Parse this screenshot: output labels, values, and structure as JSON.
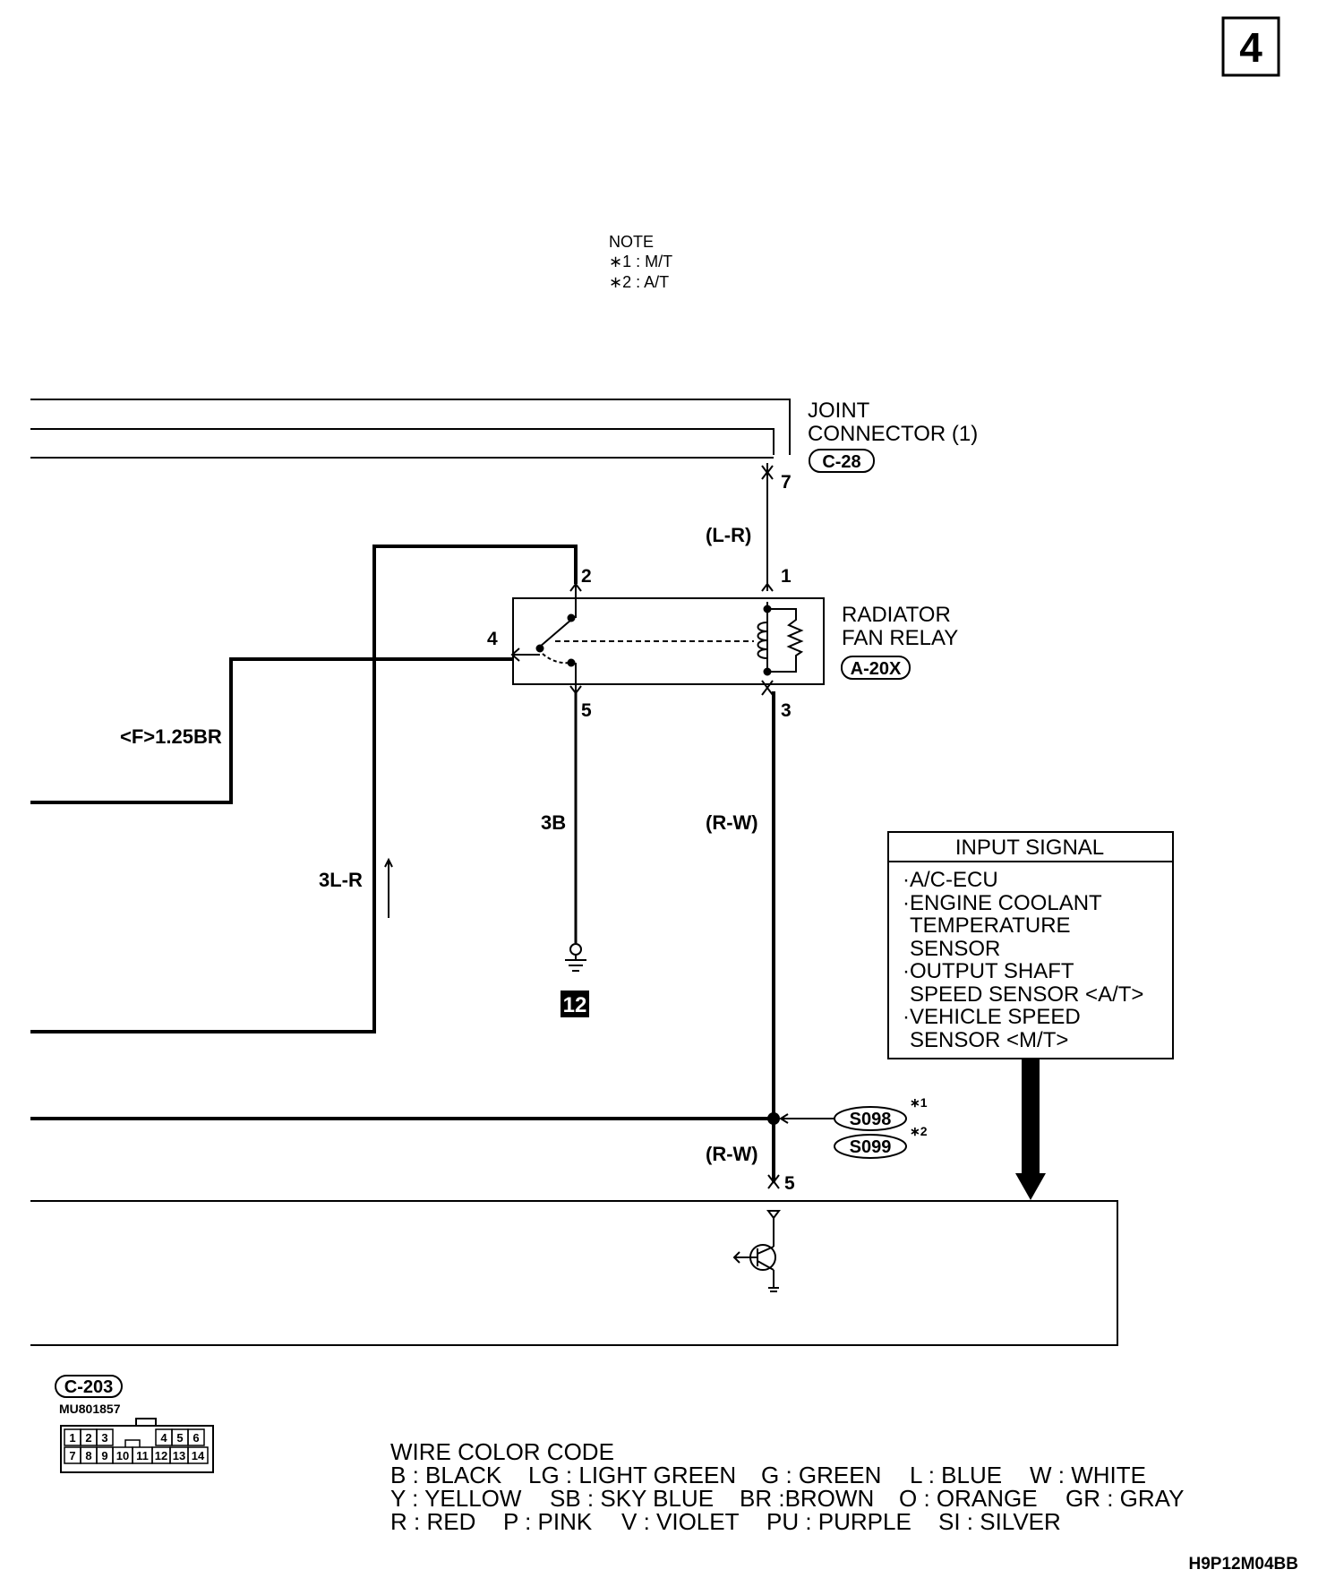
{
  "page_number": "4",
  "note": {
    "title": "NOTE",
    "items": [
      "∗1 : M/T",
      "∗2 : A/T"
    ]
  },
  "joint_connector": {
    "name_line1": "JOINT",
    "name_line2": "CONNECTOR (1)",
    "code": "C-28",
    "pin": "7"
  },
  "radiator_fan_relay": {
    "name_line1": "RADIATOR",
    "name_line2": "FAN RELAY",
    "code": "A-20X",
    "pins": {
      "p1": "1",
      "p2": "2",
      "p3": "3",
      "p4": "4",
      "p5": "5"
    }
  },
  "wires": {
    "lr": "(L-R)",
    "f125br": "<F>1.25BR",
    "three_b": "3B",
    "rw_upper": "(R-W)",
    "three_lr": "3L-R",
    "rw_lower": "(R-W)"
  },
  "ground_number": "12",
  "input_signal": {
    "title": "INPUT SIGNAL",
    "lines": [
      "·A/C-ECU",
      "·ENGINE COOLANT",
      " TEMPERATURE",
      " SENSOR",
      "·OUTPUT SHAFT",
      " SPEED SENSOR <A/T>",
      "·VEHICLE SPEED",
      " SENSOR <M/T>"
    ]
  },
  "splices": [
    {
      "code": "S098",
      "mark": "∗1"
    },
    {
      "code": "S099",
      "mark": "∗2"
    }
  ],
  "ecu_pin": "5",
  "connector_c203": {
    "code": "C-203",
    "part_number": "MU801857",
    "row1": [
      "1",
      "2",
      "3",
      "",
      "4",
      "5",
      "6"
    ],
    "row2": [
      "7",
      "8",
      "9",
      "10",
      "11",
      "12",
      "13",
      "14"
    ]
  },
  "wire_color_code": {
    "title": "WIRE COLOR CODE",
    "rows": [
      [
        "B : BLACK",
        "LG : LIGHT GREEN",
        "G : GREEN",
        "L : BLUE",
        "W : WHITE"
      ],
      [
        "Y : YELLOW",
        "SB : SKY BLUE",
        "BR :BROWN",
        "O : ORANGE",
        "GR : GRAY"
      ],
      [
        "R : RED",
        "P : PINK",
        "V : VIOLET",
        "PU : PURPLE",
        "SI : SILVER"
      ]
    ]
  },
  "figure_code": "H9P12M04BB"
}
